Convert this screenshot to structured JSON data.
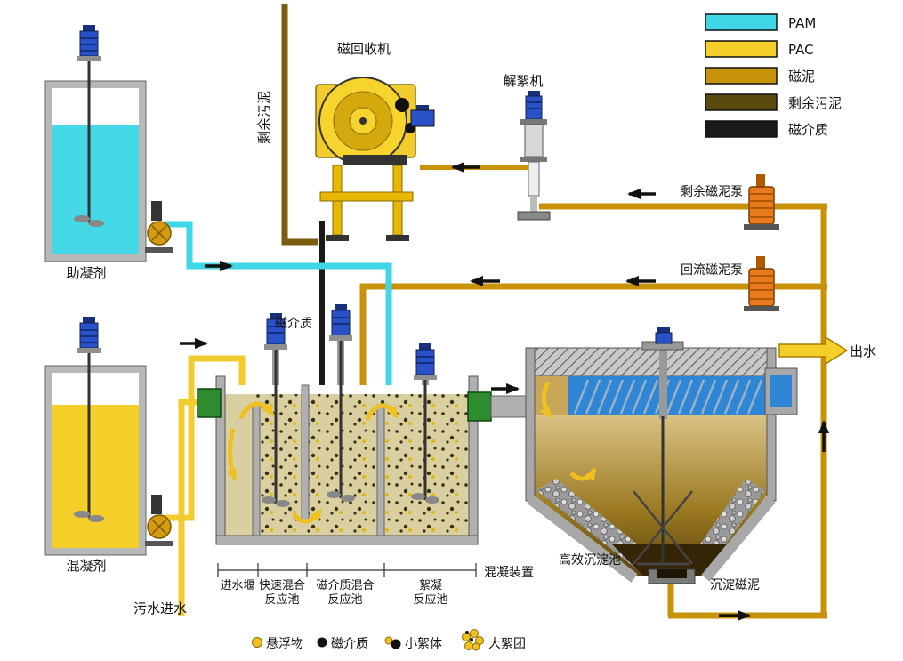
{
  "diagram": {
    "legend": {
      "items": [
        {
          "label": "PAM",
          "color": "#3fd6e6"
        },
        {
          "label": "PAC",
          "color": "#f4cf2a"
        },
        {
          "label": "磁泥",
          "color": "#c8920b"
        },
        {
          "label": "剩余污泥",
          "color": "#5a4a10"
        },
        {
          "label": "磁介质",
          "color": "#1a1a1a"
        }
      ]
    },
    "labels": {
      "coagulant_aid": "助凝剂",
      "coagulant": "混凝剂",
      "magnetic_recovery_machine": "磁回收机",
      "deflocculator": "解絮机",
      "excess_sludge": "剩余污泥",
      "excess_magnetic_mud_pump": "剩余磁泥泵",
      "return_magnetic_mud_pump": "回流磁泥泵",
      "magnetic_media_feed": "磁介质",
      "influent": "污水进水",
      "inlet_weir": "进水堰",
      "rapid_mixing_1": "快速混合",
      "rapid_mixing_2": "反应池",
      "media_mixing_1": "磁介质混合",
      "media_mixing_2": "反应池",
      "floc_1": "絮凝",
      "floc_2": "反应池",
      "coagulation_unit": "混凝装置",
      "sedimentation_tank": "高效沉淀池",
      "settled_magnetic_mud": "沉淀磁泥",
      "effluent": "出水"
    },
    "bottom_legend": {
      "items": [
        {
          "label": "悬浮物"
        },
        {
          "label": "磁介质"
        },
        {
          "label": "小絮体"
        },
        {
          "label": "大絮团"
        }
      ]
    }
  }
}
